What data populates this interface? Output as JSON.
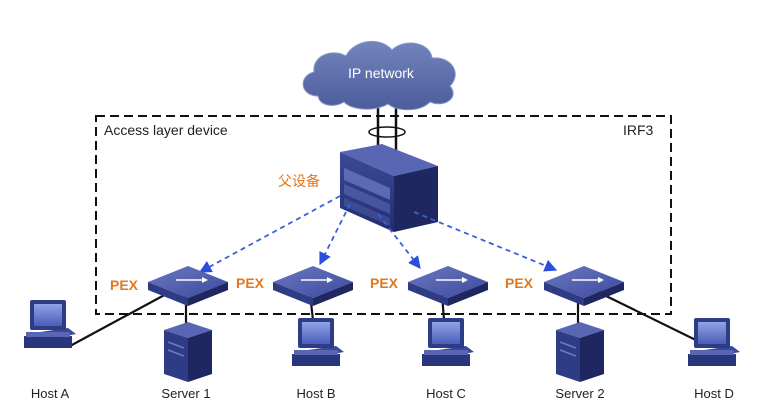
{
  "network": {
    "cloud_label": "IP network"
  },
  "irf": {
    "area_label": "Access layer device",
    "name": "IRF3"
  },
  "parent_device": {
    "label": "父设备"
  },
  "pex_label": "PEX",
  "hosts": [
    {
      "label": "Host A",
      "kind": "pc"
    },
    {
      "label": "Server 1",
      "kind": "server"
    },
    {
      "label": "Host B",
      "kind": "pc"
    },
    {
      "label": "Host C",
      "kind": "pc"
    },
    {
      "label": "Server 2",
      "kind": "server"
    },
    {
      "label": "Host D",
      "kind": "pc"
    }
  ],
  "colors": {
    "cloud": "#5b6ea8",
    "device": "#2e3c86",
    "device_light": "#5866b4",
    "pex_text": "#e0781e",
    "dashed_link": "#3a5fd8",
    "border": "#111111"
  }
}
